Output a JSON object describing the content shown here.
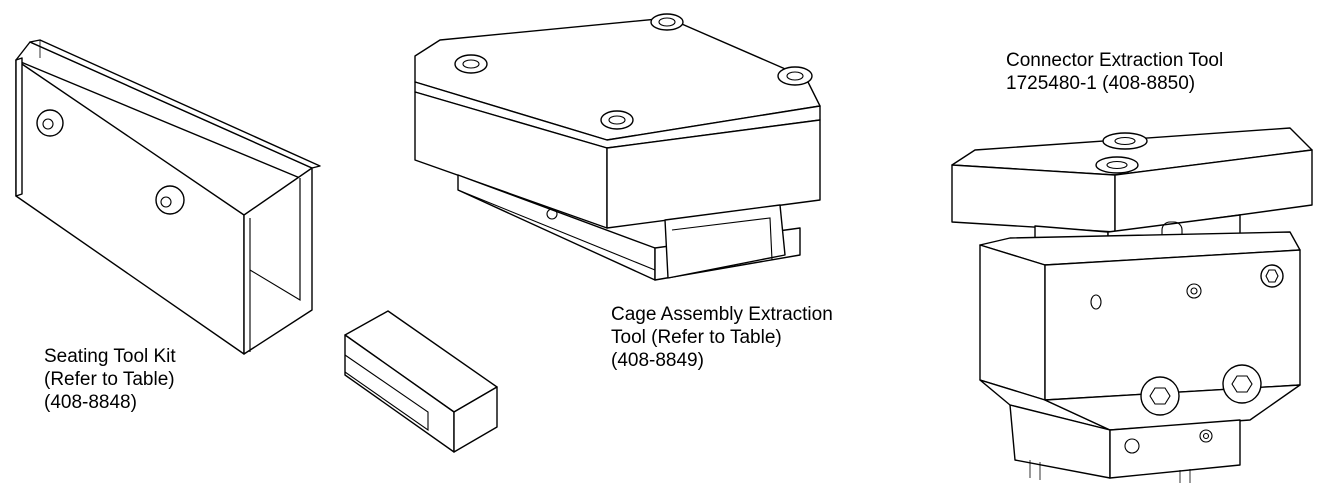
{
  "callouts": {
    "seating_tool": {
      "line1": "Seating Tool Kit",
      "line2": "(Refer to Table)",
      "line3": "(408-8848)"
    },
    "cage_tool": {
      "line1": "Cage Assembly Extraction",
      "line2": "Tool (Refer to Table)",
      "line3": "(408-8849)"
    },
    "connector_tool": {
      "line1": "Connector Extraction Tool",
      "line2": "1725480-1 (408-8850)"
    }
  }
}
